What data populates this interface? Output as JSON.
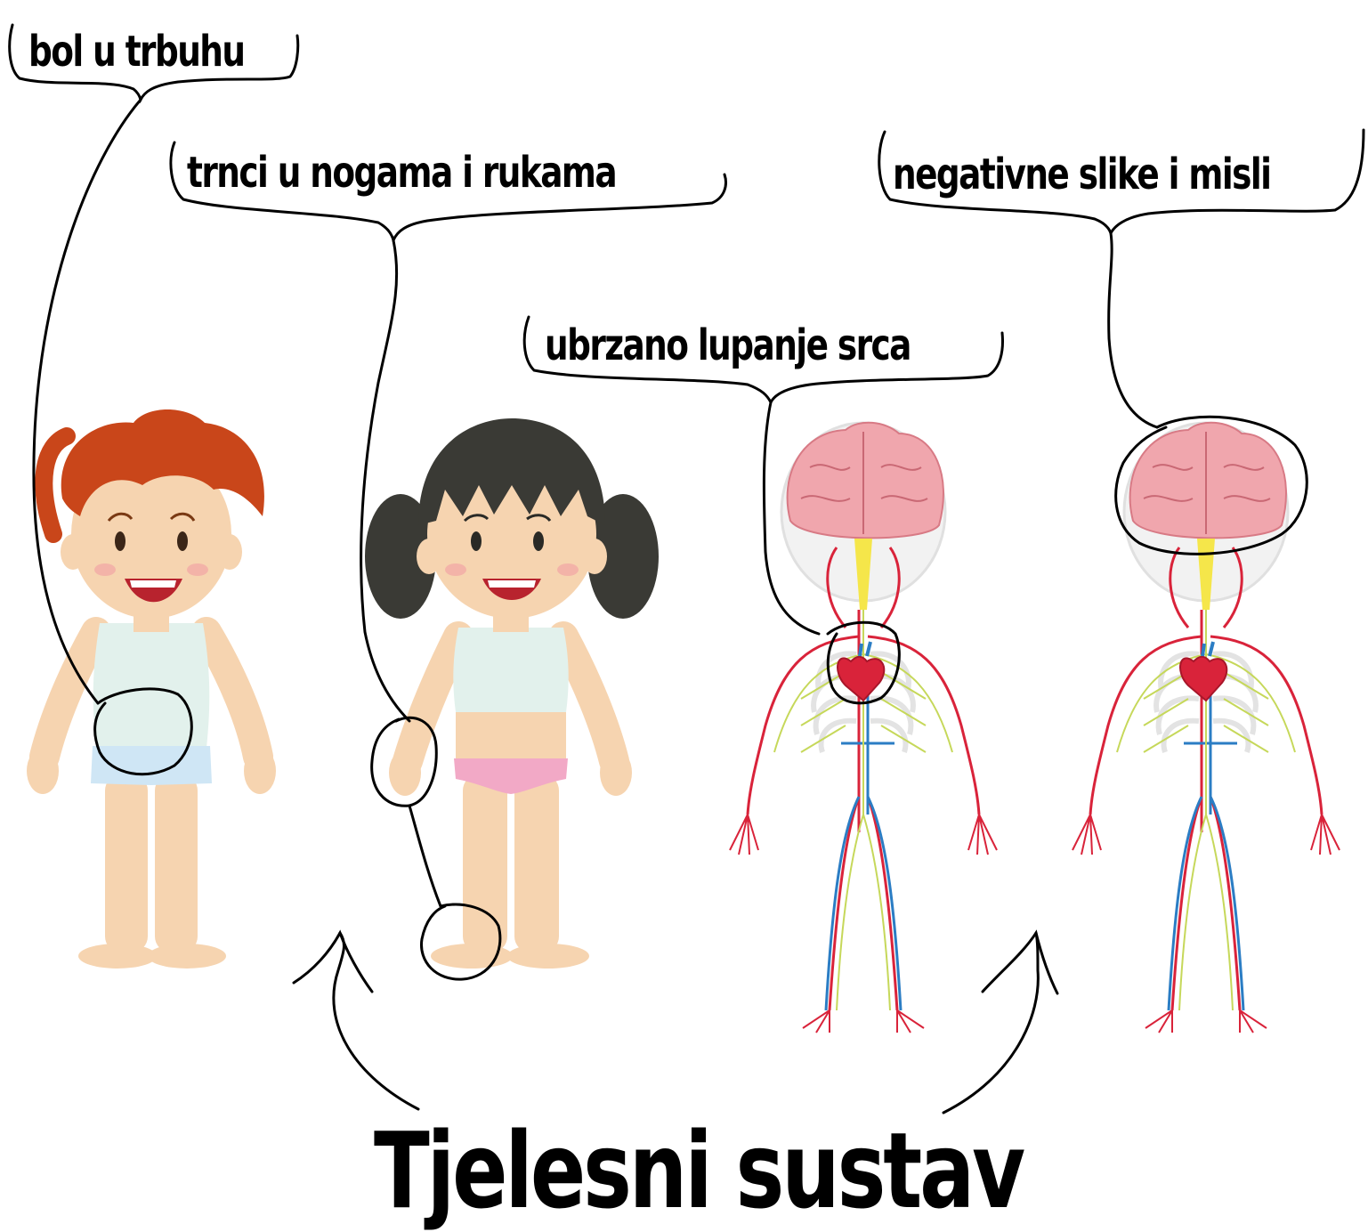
{
  "labels": {
    "stomach_pain": "bol u trbuhu",
    "tingling_limbs": "trnci u nogama i rukama",
    "negative_thoughts": "negativne slike i misli",
    "fast_heartbeat": "ubrzano lupanje srca"
  },
  "title": "Tjelesni sustav",
  "colors": {
    "boy_hair": "#c9461a",
    "girl_hair": "#3a3a35",
    "skin": "#f6d4b0",
    "shirt": "#e2f1ec",
    "boy_shorts": "#cfe6f5",
    "girl_underwear": "#f2a9c6",
    "brain": "#f0a6ad",
    "artery": "#d9233a",
    "vein": "#2b7dc4",
    "nerve": "#c6d85a",
    "annotation_line": "#000000"
  },
  "icons": [
    "brain-icon",
    "heart-icon"
  ]
}
